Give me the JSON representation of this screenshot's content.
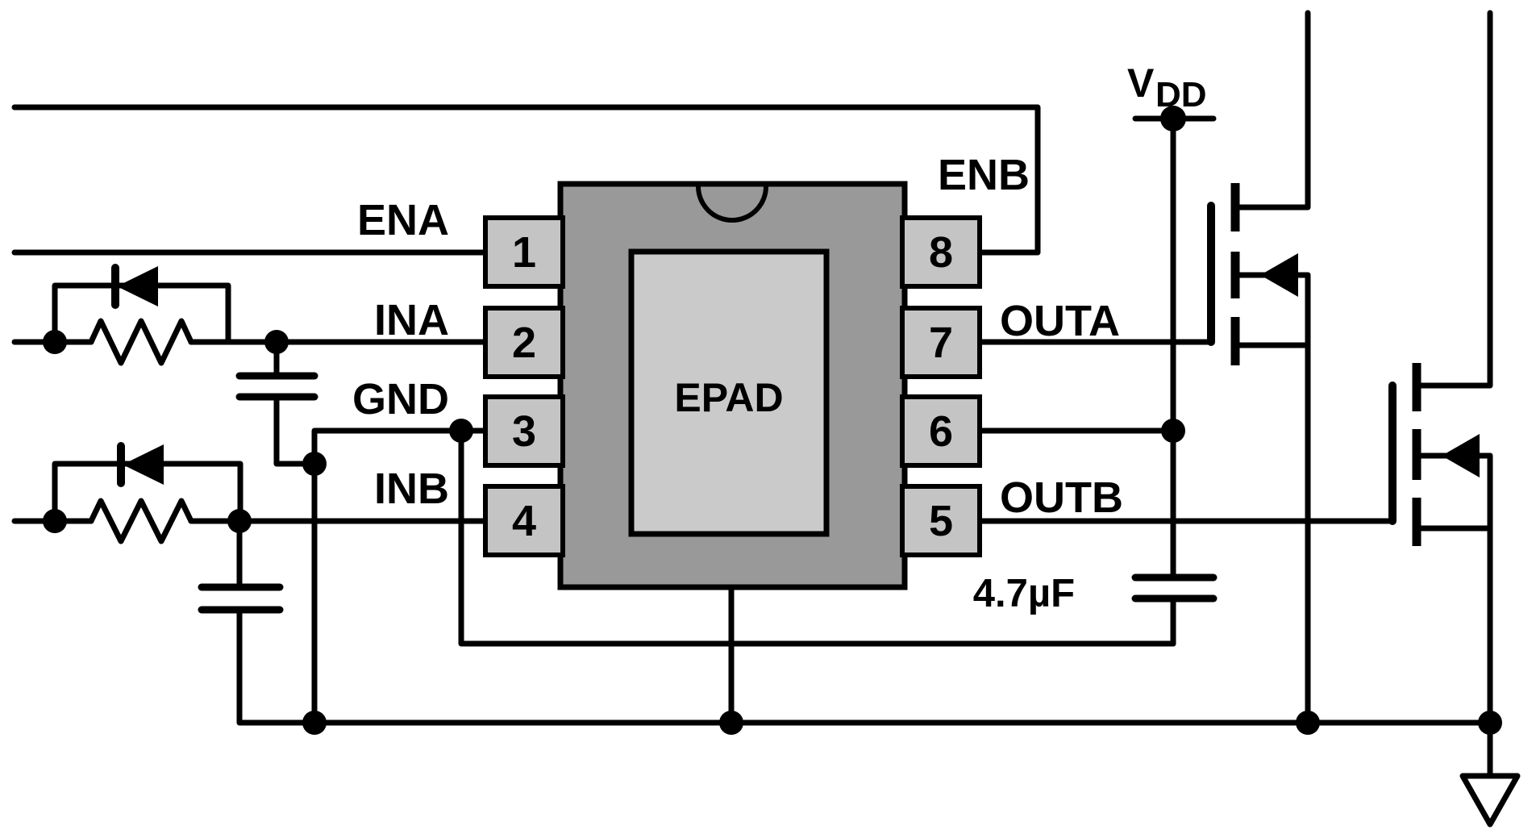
{
  "schematic": {
    "colors": {
      "background": "#ffffff",
      "line": "#000000",
      "ic_body": "#999999",
      "pin_pad": "#c4c4c4",
      "epad_fill": "#cacaca"
    },
    "ic": {
      "epad_label": "EPAD",
      "left_pins": [
        {
          "number": "1",
          "name": "ENA"
        },
        {
          "number": "2",
          "name": "INA"
        },
        {
          "number": "3",
          "name": "GND"
        },
        {
          "number": "4",
          "name": "INB"
        }
      ],
      "right_pins": [
        {
          "number": "8",
          "name": "ENB"
        },
        {
          "number": "7",
          "name": "OUTA"
        },
        {
          "number": "6",
          "name": ""
        },
        {
          "number": "5",
          "name": "OUTB"
        }
      ]
    },
    "power": {
      "vdd_main": "V",
      "vdd_sub": "DD"
    },
    "capacitors": {
      "bypass_value": "4.7µF"
    }
  }
}
